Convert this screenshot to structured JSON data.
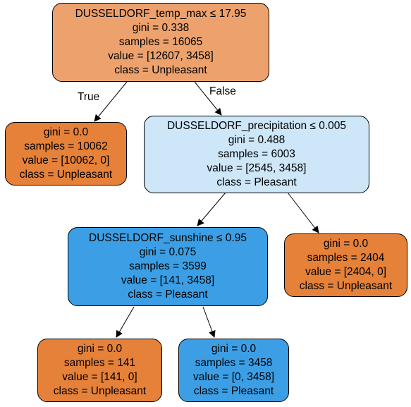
{
  "colors": {
    "root": "#eda26d",
    "unpleasant": "#e58139",
    "pleasant_light": "#cde6f8",
    "pleasant": "#3c9fe5"
  },
  "edges": {
    "true_label": "True",
    "false_label": "False"
  },
  "nodes": {
    "root": {
      "split": "DUSSELDORF_temp_max ≤ 17.95",
      "gini": "gini = 0.338",
      "samples": "samples = 16065",
      "value": "value = [12607, 3458]",
      "class": "class = Unpleasant"
    },
    "left_leaf": {
      "gini": "gini = 0.0",
      "samples": "samples = 10062",
      "value": "value = [10062, 0]",
      "class": "class = Unpleasant"
    },
    "precip": {
      "split": "DUSSELDORF_precipitation ≤ 0.005",
      "gini": "gini = 0.488",
      "samples": "samples = 6003",
      "value": "value = [2545, 3458]",
      "class": "class = Pleasant"
    },
    "sunshine": {
      "split": "DUSSELDORF_sunshine ≤ 0.95",
      "gini": "gini = 0.075",
      "samples": "samples = 3599",
      "value": "value = [141, 3458]",
      "class": "class = Pleasant"
    },
    "right_leaf": {
      "gini": "gini = 0.0",
      "samples": "samples = 2404",
      "value": "value = [2404, 0]",
      "class": "class = Unpleasant"
    },
    "sun_left_leaf": {
      "gini": "gini = 0.0",
      "samples": "samples = 141",
      "value": "value = [141, 0]",
      "class": "class = Unpleasant"
    },
    "sun_right_leaf": {
      "gini": "gini = 0.0",
      "samples": "samples = 3458",
      "value": "value = [0, 3458]",
      "class": "class = Pleasant"
    }
  }
}
